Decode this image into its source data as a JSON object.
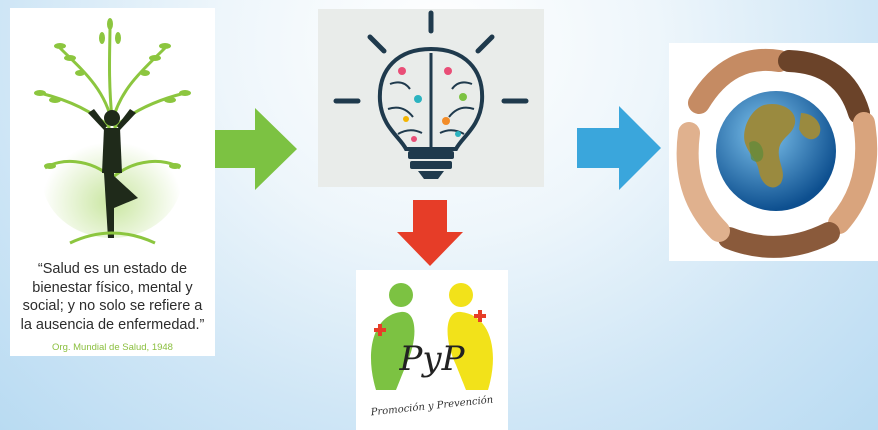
{
  "quote": {
    "lines": [
      "“Salud es un estado de",
      "bienestar físico, mental y",
      "social; y no solo se refiere a",
      "la ausencia de enfermedad.”"
    ],
    "source": "Org. Mundial de Salud, 1948"
  },
  "pyp_logo": {
    "monogram": "PyP",
    "caption": "Promoción y Prevención"
  },
  "colors": {
    "green_arrow": "#7cc242",
    "blue_arrow": "#3aa6dc",
    "red_arrow": "#e63d28",
    "tree_green": "#8cc63f",
    "logo_yellow": "#f2e21a"
  },
  "icons": [
    "yoga-tree-icon",
    "brain-lightbulb-icon",
    "hands-around-globe-icon",
    "pyp-logo"
  ]
}
